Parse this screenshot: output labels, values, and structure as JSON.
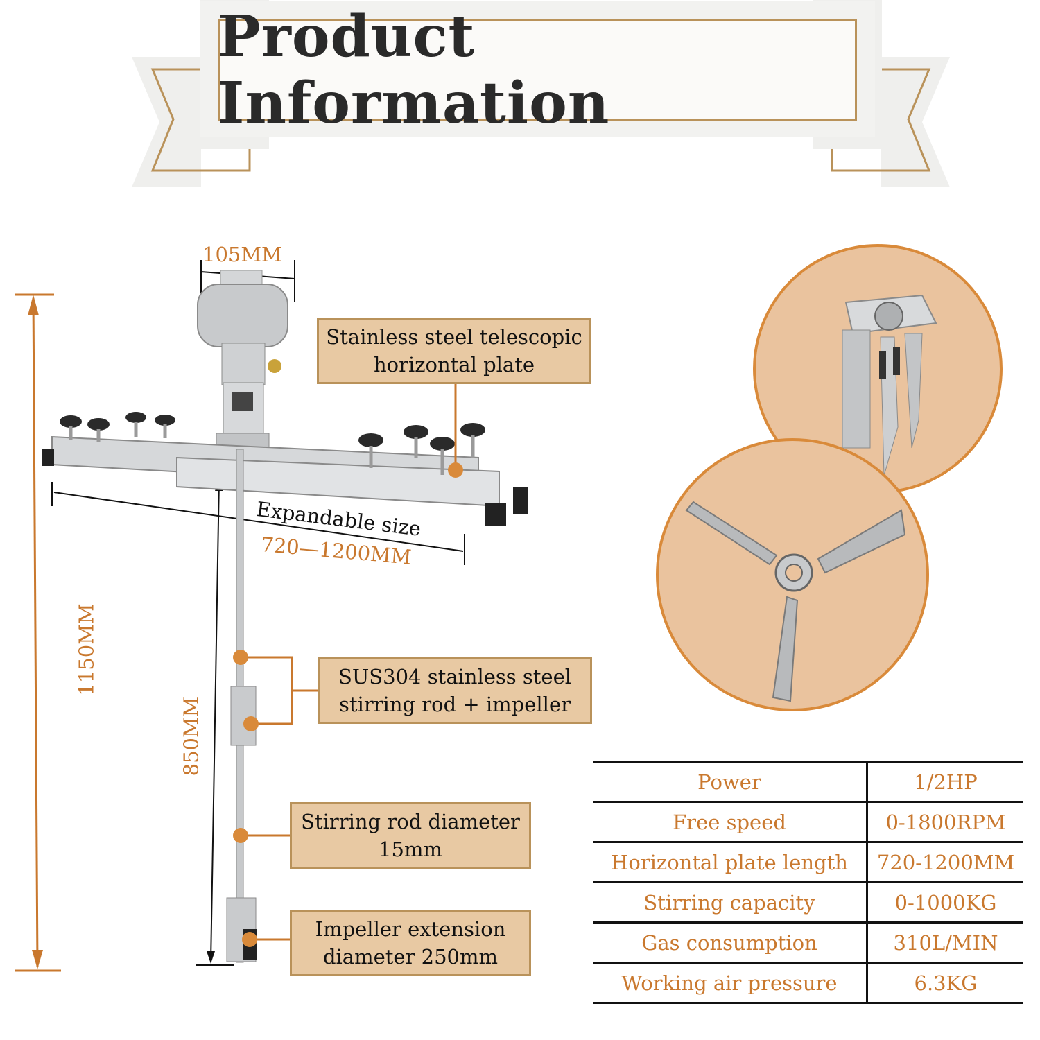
{
  "header": {
    "title": "Product Information"
  },
  "dimensions": {
    "top_width": "105MM",
    "total_height": "1150MM",
    "rod_length": "850MM",
    "expandable_label": "Expandable size",
    "expandable_range": "720—1200MM"
  },
  "callouts": [
    {
      "line1": "Stainless steel telescopic",
      "line2": "horizontal plate"
    },
    {
      "line1": "SUS304 stainless steel",
      "line2": "stirring rod + impeller"
    },
    {
      "line1": "Stirring rod diameter",
      "line2": "15mm"
    },
    {
      "line1": "Impeller extension",
      "line2": "diameter 250mm"
    }
  ],
  "specs": [
    {
      "label": "Power",
      "value": "1/2HP"
    },
    {
      "label": "Free speed",
      "value": "0-1800RPM"
    },
    {
      "label": "Horizontal plate length",
      "value": "720-1200MM"
    },
    {
      "label": "Stirring capacity",
      "value": "0-1000KG"
    },
    {
      "label": "Gas consumption",
      "value": "310L/MIN"
    },
    {
      "label": "Working air pressure",
      "value": "6.3KG"
    }
  ],
  "colors": {
    "accent": "#c9782e",
    "callout_fill": "#e8c9a3",
    "callout_border": "#b9925a",
    "circle_fill": "#eac39e"
  }
}
